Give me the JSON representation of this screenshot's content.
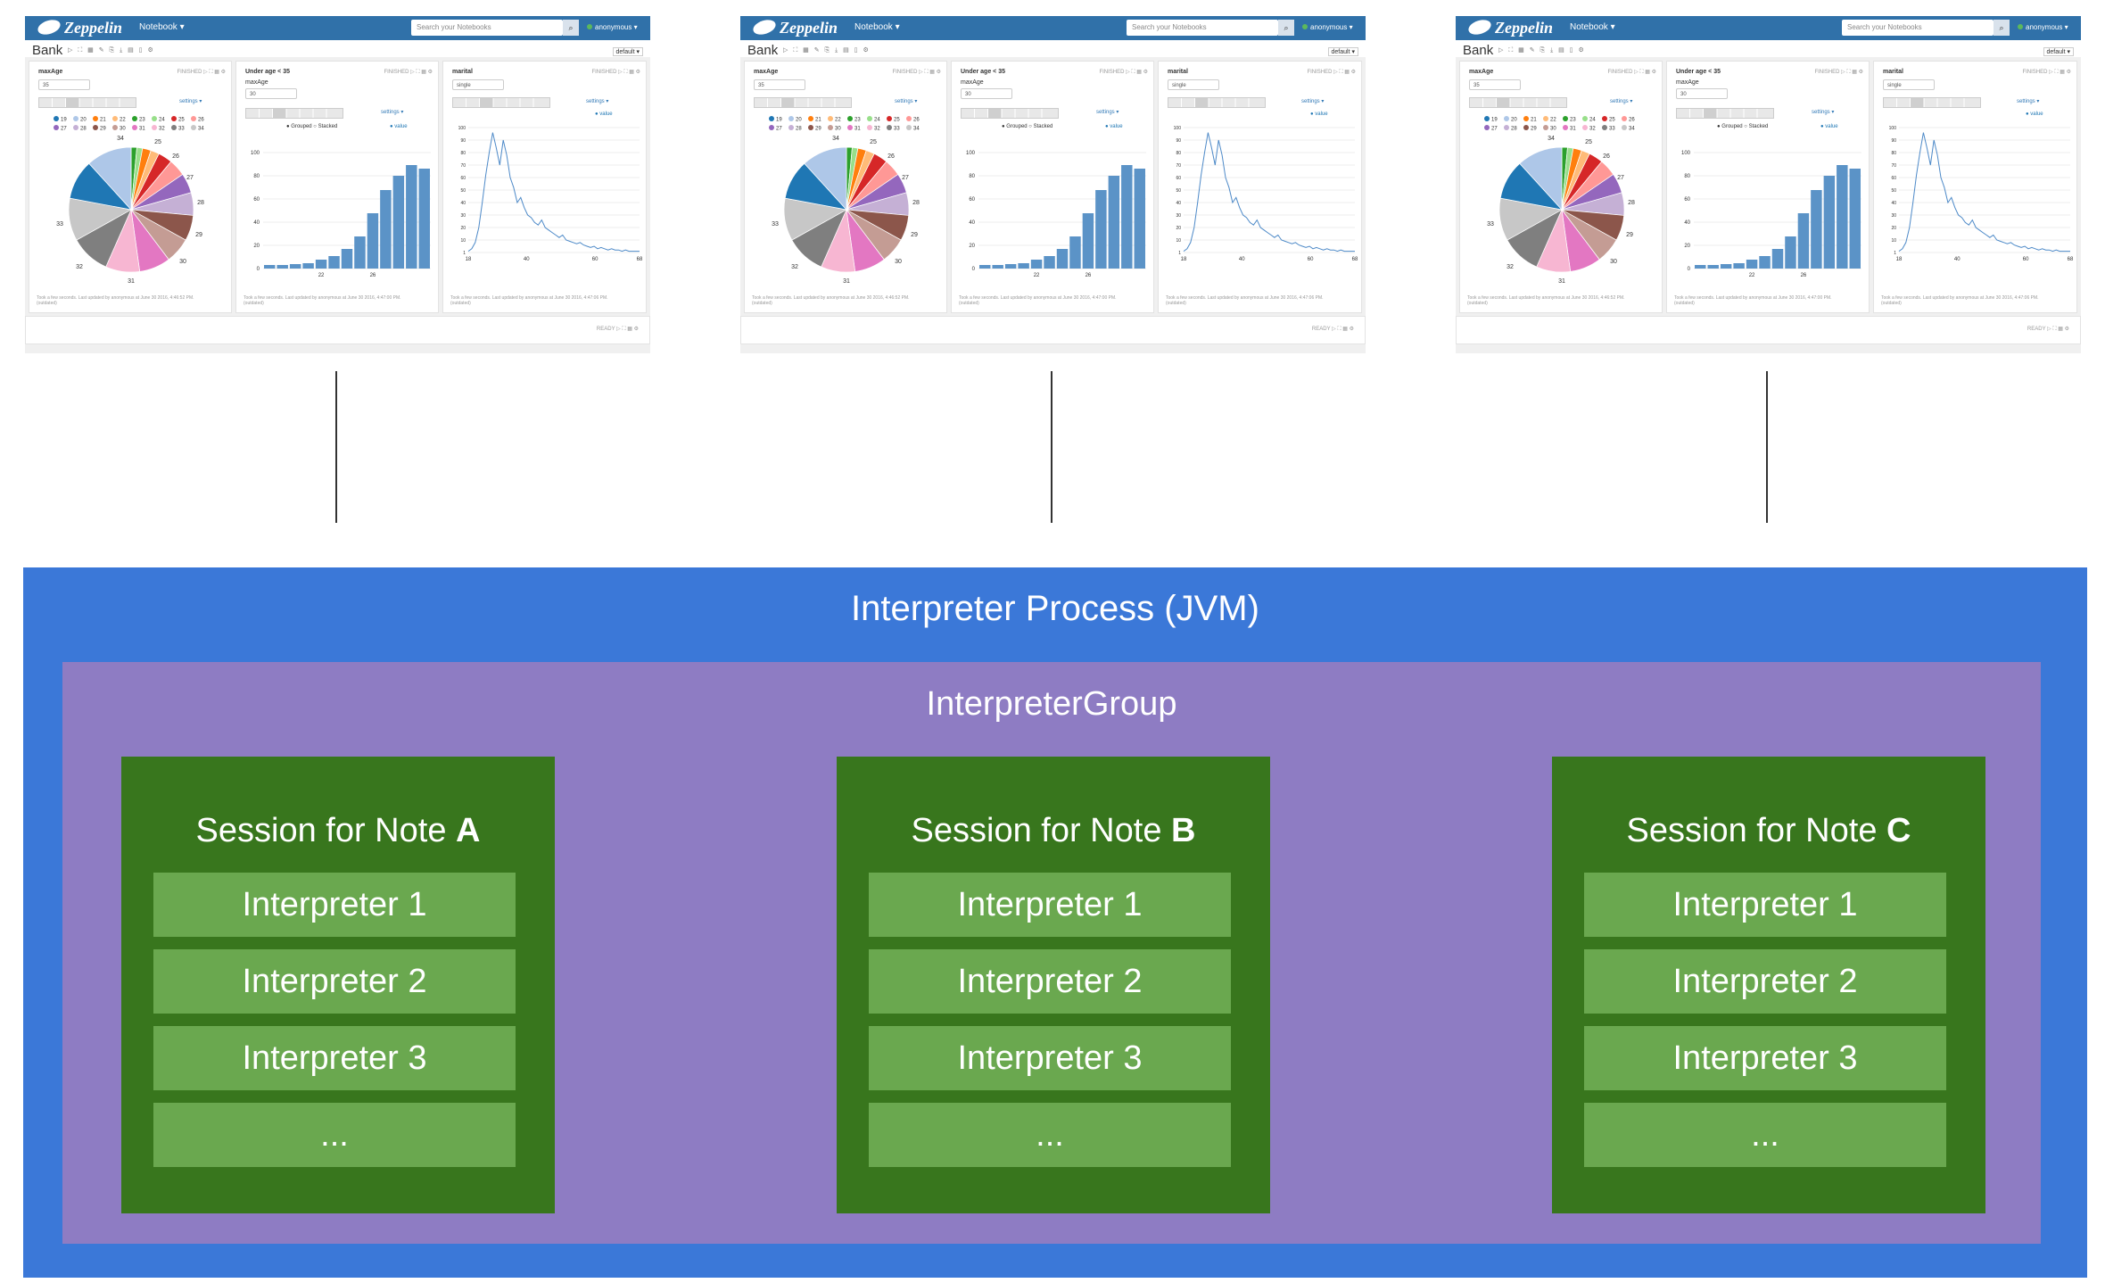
{
  "notebook": {
    "brand": "Zeppelin",
    "menu": "Notebook ▾",
    "search_placeholder": "Search your Notebooks",
    "user": "anonymous ▾",
    "title": "Bank",
    "toolbar": "▷ ⛶ ▦ ✎ ⎘ ⤓ ▤   ▯   ⚙",
    "default_label": "default ▾",
    "paragraphs": [
      {
        "label": "maxAge",
        "status": "FINISHED ▷ ⛶ ▦ ⚙",
        "input": "35",
        "settings": "settings ▾",
        "footer": "Took a few seconds. Last updated by anonymous at June 30 2016, 4:46:52 PM. (outdated)"
      },
      {
        "label": "Under age < 35",
        "sublabel": "maxAge",
        "status": "FINISHED ▷ ⛶ ▦ ⚙",
        "input": "30",
        "settings": "settings ▾",
        "legend": "● Grouped  ○ Stacked",
        "value_legend": "● value",
        "footer": "Took a few seconds. Last updated by anonymous at June 30 2016, 4:47:00 PM. (outdated)"
      },
      {
        "label": "marital",
        "status": "FINISHED ▷ ⛶ ▦ ⚙",
        "input": "single",
        "settings": "settings ▾",
        "value_legend": "● value",
        "footer": "Took a few seconds. Last updated by anonymous at June 30 2016, 4:47:06 PM. (outdated)"
      }
    ],
    "ready_status": "READY ▷ ⛶ ▦ ⚙"
  },
  "pie": {
    "legend": [
      "19",
      "20",
      "21",
      "22",
      "23",
      "24",
      "25",
      "26",
      "27",
      "28",
      "29",
      "30",
      "31",
      "32",
      "33",
      "34"
    ],
    "labels": [
      "34",
      "25",
      "26",
      "27",
      "28",
      "29",
      "30",
      "31",
      "32",
      "33"
    ],
    "colors": [
      "#1f77b4",
      "#aec7e8",
      "#ff7f0e",
      "#ffbb78",
      "#2ca02c",
      "#98df8a",
      "#d62728",
      "#ff9896",
      "#9467bd",
      "#c5b0d5",
      "#8c564b",
      "#c49c94",
      "#e377c2",
      "#f7b6d2",
      "#7f7f7f",
      "#c7c7c7"
    ]
  },
  "bar": {
    "y_ticks": [
      "100",
      "80",
      "60",
      "40",
      "20",
      "0"
    ],
    "x_ticks": [
      "22",
      "26"
    ],
    "color": "#5b93c7"
  },
  "line": {
    "y_ticks": [
      "100",
      "90",
      "80",
      "70",
      "60",
      "50",
      "40",
      "30",
      "20",
      "10",
      "1"
    ],
    "x_ticks": [
      "18",
      "40",
      "60",
      "68"
    ],
    "color": "#4e8ac8"
  },
  "architecture": {
    "process_label": "Interpreter Process (JVM)",
    "group_label": "InterpreterGroup",
    "session_prefix": "Session for Note",
    "sessions": [
      {
        "note": "A",
        "interpreters": [
          "Interpreter 1",
          "Interpreter 2",
          "Interpreter 3",
          "..."
        ]
      },
      {
        "note": "B",
        "interpreters": [
          "Interpreter 1",
          "Interpreter 2",
          "Interpreter 3",
          "..."
        ]
      },
      {
        "note": "C",
        "interpreters": [
          "Interpreter 1",
          "Interpreter 2",
          "Interpreter 3",
          "..."
        ]
      }
    ],
    "colors": {
      "process": "#3b78d8",
      "group": "#8e7cc3",
      "session": "#38761d",
      "interpreter": "#6aa84f"
    }
  }
}
